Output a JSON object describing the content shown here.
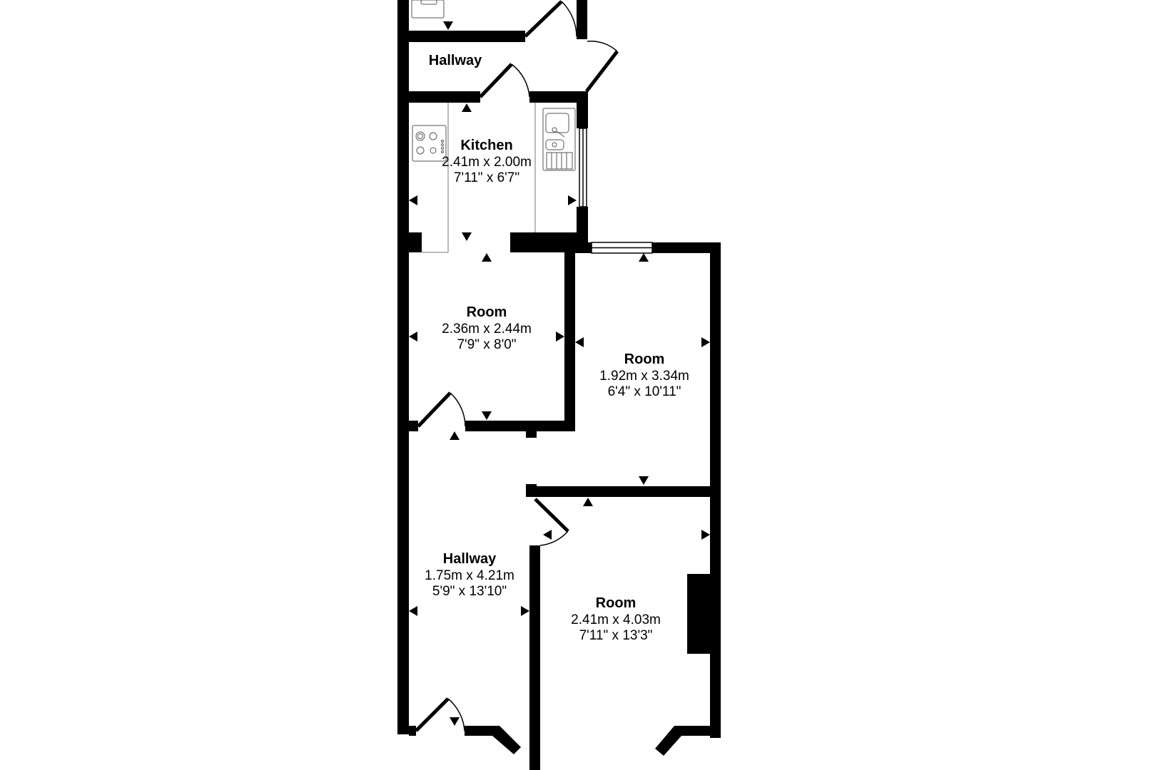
{
  "diagram": {
    "type": "floor_plan",
    "colors": {
      "wall": "#000000",
      "background": "#ffffff",
      "fixture_line": "#555555"
    },
    "rooms": [
      {
        "id": "hallway-upper",
        "name": "Hallway",
        "metric": "",
        "imperial": ""
      },
      {
        "id": "kitchen",
        "name": "Kitchen",
        "metric": "2.41m x 2.00m",
        "imperial": "7'11\" x 6'7\""
      },
      {
        "id": "room-middle-left",
        "name": "Room",
        "metric": "2.36m x 2.44m",
        "imperial": "7'9\" x 8'0\""
      },
      {
        "id": "room-middle-right",
        "name": "Room",
        "metric": "1.92m x 3.34m",
        "imperial": "6'4\" x 10'11\""
      },
      {
        "id": "hallway-lower",
        "name": "Hallway",
        "metric": "1.75m x 4.21m",
        "imperial": "5'9\" x 13'10\""
      },
      {
        "id": "room-front",
        "name": "Room",
        "metric": "2.41m x 4.03m",
        "imperial": "7'11\" x 13'3\""
      }
    ],
    "fixtures": [
      "hob-icon",
      "sink-icon",
      "appliance-icon",
      "chimney-breast"
    ]
  }
}
